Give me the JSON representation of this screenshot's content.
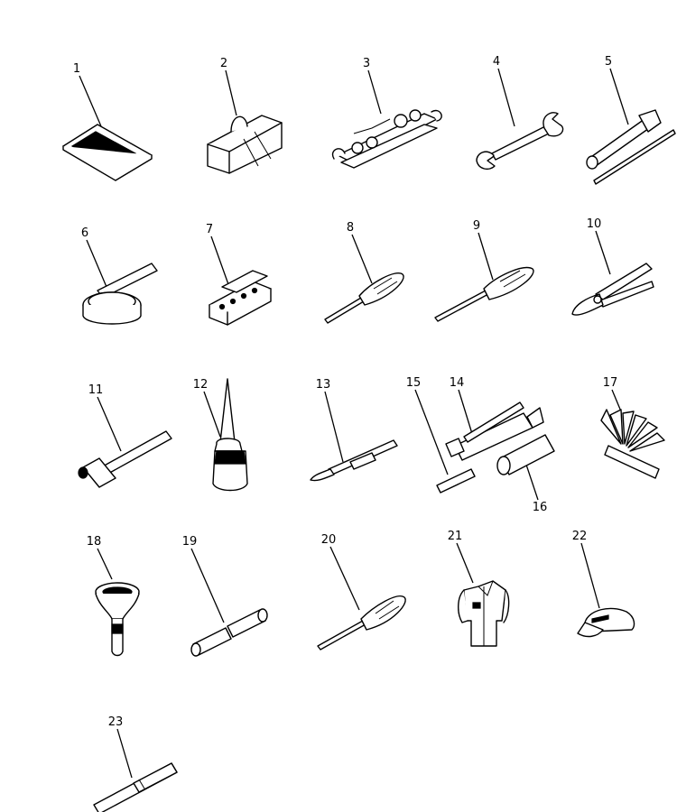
{
  "diagram": {
    "items": [
      {
        "id": "1",
        "name": "manual"
      },
      {
        "id": "2",
        "name": "tool bag"
      },
      {
        "id": "3",
        "name": "wrench set"
      },
      {
        "id": "4",
        "name": "double ended wrench"
      },
      {
        "id": "5",
        "name": "box wrench with bar"
      },
      {
        "id": "6",
        "name": "filter wrench"
      },
      {
        "id": "7",
        "name": "socket set box"
      },
      {
        "id": "8",
        "name": "screwdriver"
      },
      {
        "id": "9",
        "name": "screwdriver"
      },
      {
        "id": "10",
        "name": "pliers"
      },
      {
        "id": "11",
        "name": "hammer"
      },
      {
        "id": "12",
        "name": "oil can"
      },
      {
        "id": "13",
        "name": "pry bar"
      },
      {
        "id": "14",
        "name": "grease gun"
      },
      {
        "id": "15",
        "name": "nozzle"
      },
      {
        "id": "16",
        "name": "grease cartridge"
      },
      {
        "id": "17",
        "name": "feeler gauge"
      },
      {
        "id": "18",
        "name": "funnel"
      },
      {
        "id": "19",
        "name": "pipe"
      },
      {
        "id": "20",
        "name": "screwdriver"
      },
      {
        "id": "21",
        "name": "coveralls"
      },
      {
        "id": "22",
        "name": "cap"
      },
      {
        "id": "23",
        "name": "bar"
      }
    ]
  }
}
